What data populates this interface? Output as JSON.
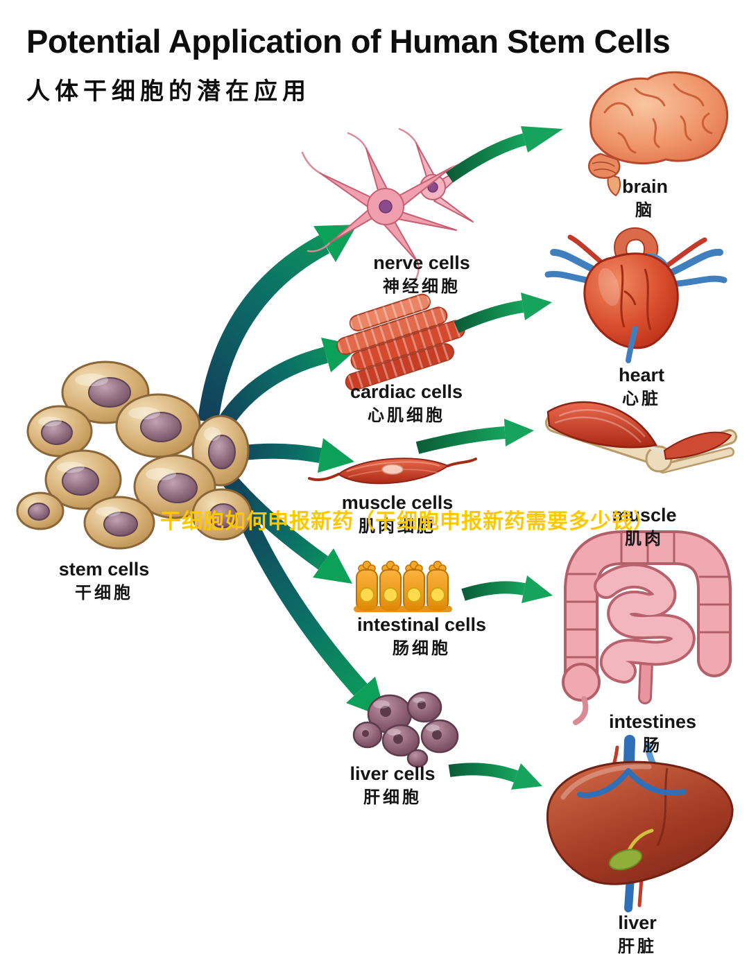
{
  "title": "Potential Application of Human Stem Cells",
  "subtitle_zh": "人体干细胞的潜在应用",
  "watermark": "干细胞如何申报新药（干细胞申报新药需要多少钱）",
  "source": {
    "id": "stem-cells",
    "label_en": "stem cells",
    "label_zh": "干细胞"
  },
  "cells": [
    {
      "id": "nerve-cells",
      "label_en": "nerve cells",
      "label_zh": "神经细胞",
      "maps_to": "brain"
    },
    {
      "id": "cardiac-cells",
      "label_en": "cardiac cells",
      "label_zh": "心肌细胞",
      "maps_to": "heart"
    },
    {
      "id": "muscle-cells",
      "label_en": "muscle cells",
      "label_zh": "肌肉细胞",
      "maps_to": "muscle"
    },
    {
      "id": "intestinal-cells",
      "label_en": "intestinal cells",
      "label_zh": "肠细胞",
      "maps_to": "intestines"
    },
    {
      "id": "liver-cells",
      "label_en": "liver cells",
      "label_zh": "肝细胞",
      "maps_to": "liver"
    }
  ],
  "organs": [
    {
      "id": "brain",
      "label_en": "brain",
      "label_zh": "脑"
    },
    {
      "id": "heart",
      "label_en": "heart",
      "label_zh": "心脏"
    },
    {
      "id": "muscle",
      "label_en": "muscle",
      "label_zh": "肌肉"
    },
    {
      "id": "intestines",
      "label_en": "intestines",
      "label_zh": "肠"
    },
    {
      "id": "liver",
      "label_en": "liver",
      "label_zh": "肝脏"
    }
  ],
  "colors": {
    "background": "#ffffff",
    "text": "#141414",
    "watermark_yellow": "#fdc800",
    "big_arrow_start": "#123f5a",
    "big_arrow_end": "#0ca158",
    "small_arrow_start": "#0a5c38",
    "small_arrow_end": "#16a45c",
    "stem_cell_body": "#d7b077",
    "stem_cell_nucleus": "#8d6a7c"
  }
}
